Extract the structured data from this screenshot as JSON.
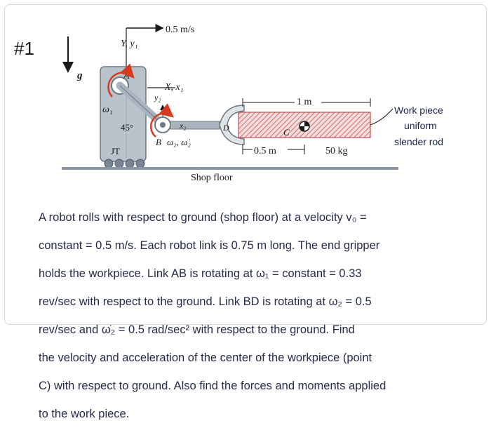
{
  "labels": {
    "problem_number": "#1",
    "velocity": "0.5 m/s",
    "y_axis": "Y, y₁",
    "g": "g",
    "point_a": "A",
    "omega1": "ω₁",
    "x_axis": "X, x₁",
    "y2": "y₂",
    "angle": "45°",
    "x2": "x₂",
    "point_b": "B",
    "omega2": "ω₂, ω̇₂",
    "jt": "JT",
    "point_d": "D",
    "point_c": "C",
    "length_1m": "1 m",
    "length_05m": "0.5 m",
    "mass": "50 kg",
    "work_piece_1": "Work piece",
    "work_piece_2": "uniform",
    "work_piece_3": "slender rod",
    "shop_floor": "Shop floor"
  },
  "problem_lines": [
    "A robot rolls with respect to ground (shop floor) at a velocity v₀ =",
    "constant = 0.5 m/s. Each robot link is 0.75 m long. The end gripper",
    "holds the workpiece. Link AB is rotating at ω₁ = constant = 0.33",
    "rev/sec with respect to the ground. Link BD is rotating at ω₂ = 0.5",
    "rev/sec and ω̇₂ = 0.5 rad/sec² with respect to the ground. Find",
    "the velocity and acceleration of the center of the workpiece (point",
    "C) with respect to ground. Also find the forces and moments applied",
    "to the work piece."
  ],
  "colors": {
    "ink": "#1a1a1a",
    "problem_text": "#262c48",
    "omega_arrow": "#d43b1f",
    "robot_body": "#b9c3cc",
    "rod_hatch": "#d86a6a",
    "floor": "#8a96a4"
  }
}
